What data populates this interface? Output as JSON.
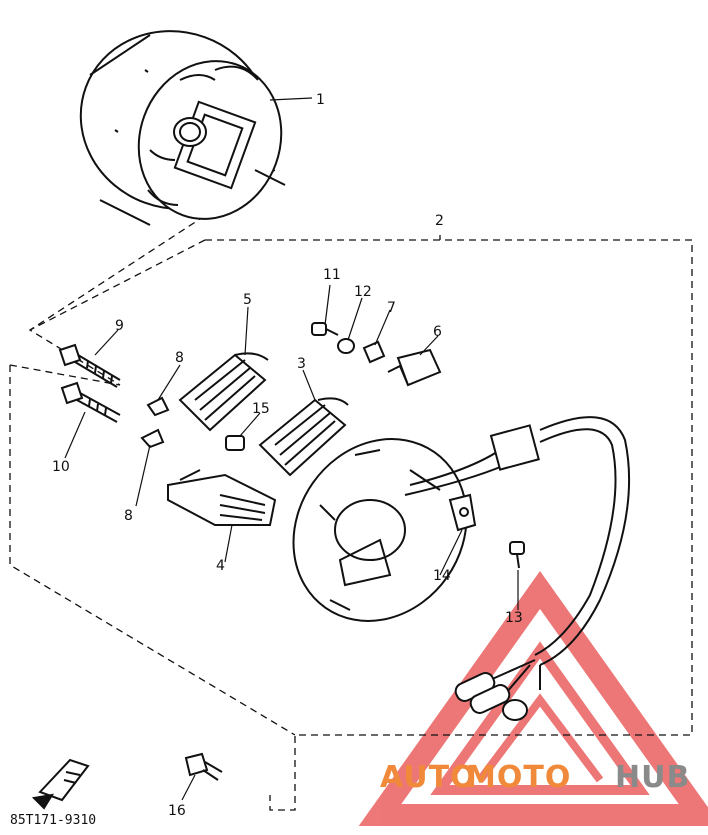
{
  "figure": {
    "drawing_code": "85T171-9310",
    "callouts": [
      "1",
      "2",
      "3",
      "4",
      "5",
      "6",
      "7",
      "8",
      "8",
      "9",
      "10",
      "11",
      "12",
      "13",
      "14",
      "15",
      "16"
    ]
  },
  "watermark": {
    "text_part1": "AUTO",
    "text_part2": "MOTO",
    "text_part3": "HUB",
    "color_accent": "#f08a3a",
    "color_dark": "#8a8a8a",
    "logo_color": "#e84a4a"
  },
  "icons": {
    "front_arrow": "front-direction-arrow-icon"
  }
}
